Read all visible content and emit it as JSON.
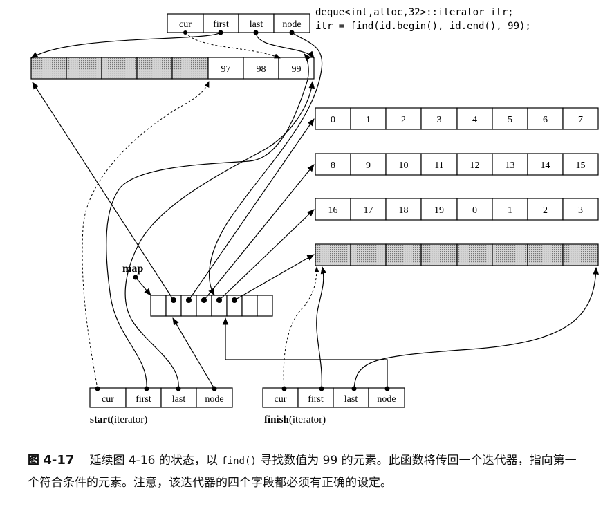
{
  "iterator_fields": [
    "cur",
    "first",
    "last",
    "node"
  ],
  "top_buffer": {
    "cells": [
      "",
      "",
      "",
      "",
      "",
      "97",
      "98",
      "99"
    ],
    "shaded": [
      true,
      true,
      true,
      true,
      true,
      false,
      false,
      false
    ]
  },
  "buffers": [
    {
      "cells": [
        "0",
        "1",
        "2",
        "3",
        "4",
        "5",
        "6",
        "7"
      ]
    },
    {
      "cells": [
        "8",
        "9",
        "10",
        "11",
        "12",
        "13",
        "14",
        "15"
      ]
    },
    {
      "cells": [
        "16",
        "17",
        "18",
        "19",
        "0",
        "1",
        "2",
        "3"
      ]
    },
    {
      "cells": [
        "",
        "",
        "",
        "",
        "",
        "",
        "",
        ""
      ],
      "shaded": true
    }
  ],
  "map_label": "map",
  "code_lines": [
    "deque<int,alloc,32>::iterator itr;",
    "itr = find(id.begin(), id.end(), 99);"
  ],
  "start_label": {
    "name": "start",
    "suffix": "(iterator)"
  },
  "finish_label": {
    "name": "finish",
    "suffix": "(iterator)"
  },
  "caption": {
    "prefix": "图",
    "number": "4-17",
    "text_before": "延续图 4-16 的状态，以 ",
    "func": "find()",
    "text_after": " 寻找数值为 99 的元素。此函数将传回一个迭代器，指向第一个符合条件的元素。注意，该迭代器的四个字段都必须有正确的设定。"
  }
}
